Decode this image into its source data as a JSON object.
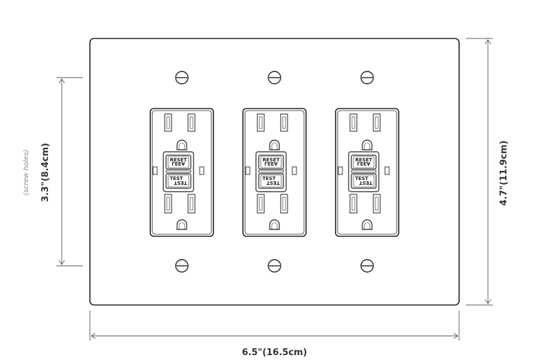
{
  "dimensions": {
    "width_label": "6.5\"(16.5cm)",
    "height_label": "4.7\"(11.9cm)",
    "screw_spacing_label": "3.3\"(8.4cm)",
    "screw_note": "(screw holes)"
  },
  "outlets": [
    {
      "reset_label": "RESET",
      "reset_mirror": "LEEA",
      "test_label": "TEST",
      "test_mirror": "TEST"
    },
    {
      "reset_label": "RESET",
      "reset_mirror": "LEEA",
      "test_label": "TEST",
      "test_mirror": "TEST"
    },
    {
      "reset_label": "RESET",
      "reset_mirror": "LEEA",
      "test_label": "TEST",
      "test_mirror": "TEST"
    }
  ],
  "colors": {
    "line": "#222222",
    "dimension_line": "#555555",
    "background": "#ffffff"
  }
}
